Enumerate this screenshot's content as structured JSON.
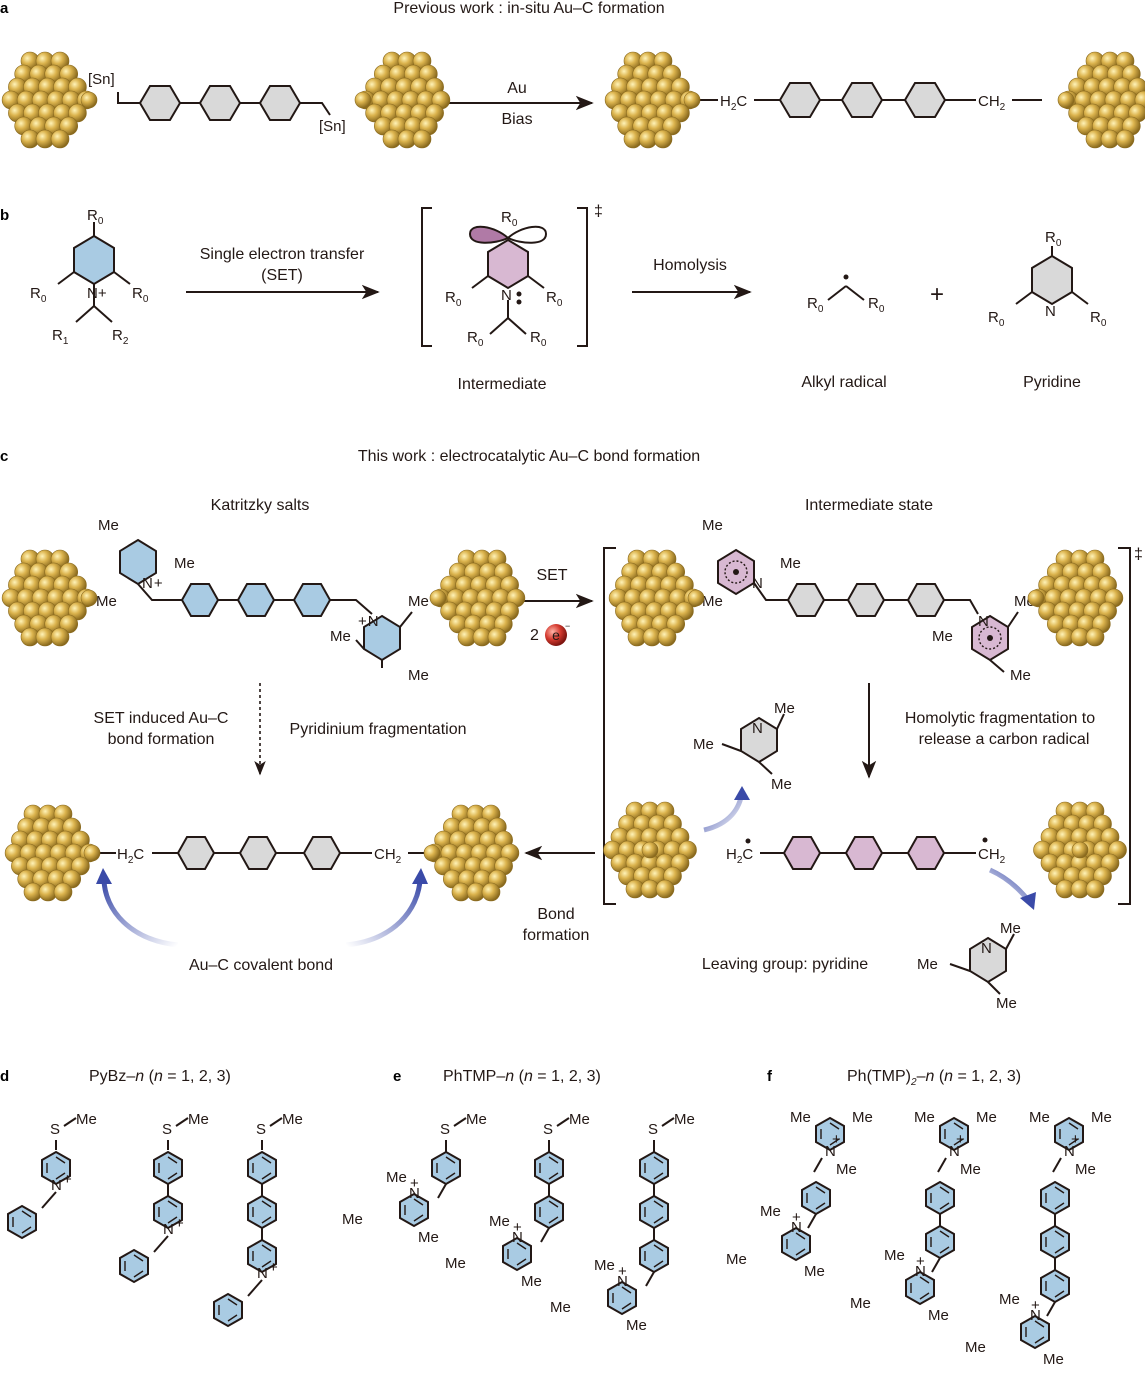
{
  "colors": {
    "gold": "#d9b04a",
    "gold_dark": "#8a6a1e",
    "pyridinium_fill": "#a9cbe3",
    "intermediate_fill": "#d8b8d2",
    "orbital_fill": "#b07aa6",
    "electron_red": "#d43a2f",
    "arrow_blue": "#3a4aa8"
  },
  "panel_a": {
    "letter": "a",
    "title": "Previous work : in-situ Au–C formation",
    "sn_left": "[Sn]",
    "sn_right": "[Sn]",
    "arrow_top": "Au",
    "arrow_bottom": "Bias",
    "ch2_left": "H",
    "ch2_left_sub": "2",
    "ch2_left_c": "C",
    "ch2_right": "CH",
    "ch2_right_sub": "2"
  },
  "panel_b": {
    "letter": "b",
    "arrow1_line1": "Single electron transfer",
    "arrow1_line2": "(SET)",
    "arrow2": "Homolysis",
    "dagger": "‡",
    "caption_intermediate": "Intermediate",
    "caption_radical": "Alkyl radical",
    "caption_pyridine": "Pyridine",
    "plus": "+",
    "r0": "R",
    "r0_sub": "0",
    "r1": "R",
    "r1_sub": "1",
    "r2": "R",
    "r2_sub": "2",
    "n": "N",
    "n_plus": "N+"
  },
  "panel_c": {
    "letter": "c",
    "title": "This work : electrocatalytic Au–C bond formation",
    "katritzky": "Katritzky salts",
    "intermediate_state": "Intermediate state",
    "set": "SET",
    "two": "2",
    "electron": "e",
    "electron_sup": "−",
    "dagger": "‡",
    "set_induced_1": "SET induced Au–C",
    "set_induced_2": "bond formation",
    "pyridinium_frag": "Pyridinium fragmentation",
    "homolytic_1": "Homolytic fragmentation to",
    "homolytic_2": "release a carbon radical",
    "bond_1": "Bond",
    "bond_2": "formation",
    "au_c_covalent": "Au–C covalent bond",
    "leaving_group": "Leaving group: pyridine",
    "me": "Me",
    "n": "N",
    "plus": "+",
    "h": "H",
    "sub2": "2",
    "c": "C",
    "ch": "CH"
  },
  "panel_d": {
    "letter": "d",
    "title_main": "PyBz–",
    "title_n": "n",
    "title_rest": " (",
    "title_n2": "n",
    "title_vals": " = 1, 2, 3)"
  },
  "panel_e": {
    "letter": "e",
    "title_main": "PhTMP–",
    "title_n": "n",
    "title_rest": " (",
    "title_n2": "n",
    "title_vals": " = 1, 2, 3)"
  },
  "panel_f": {
    "letter": "f",
    "title_main": "Ph(TMP)",
    "title_sub": "2",
    "title_dash": "–",
    "title_n": "n",
    "title_rest": " (",
    "title_n2": "n",
    "title_vals": " = 1, 2, 3)"
  },
  "labels": {
    "s": "S",
    "me": "Me",
    "n": "N",
    "plus": "+"
  }
}
